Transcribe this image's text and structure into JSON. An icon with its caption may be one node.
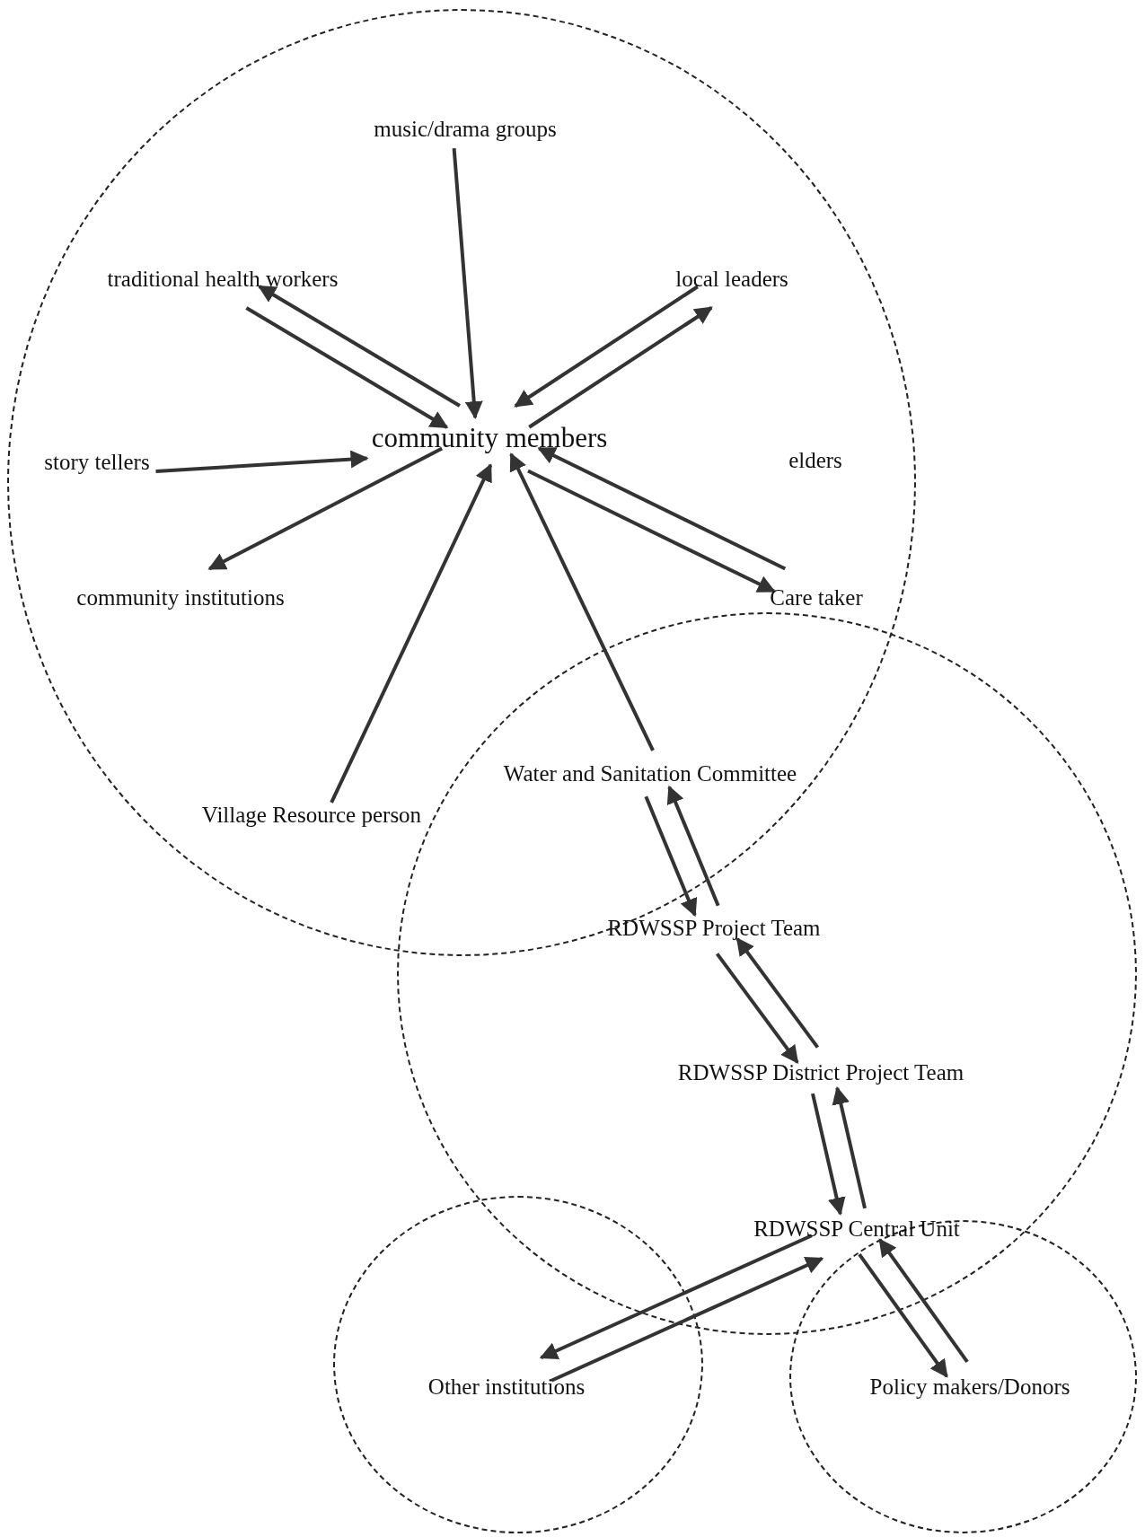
{
  "diagram": {
    "nodes": [
      {
        "text": [],
        "shape": "circle"
      },
      {
        "text": [
          "music/drama groups"
        ],
        "in": 0
      },
      {
        "text": [
          "traditional health workers"
        ],
        "in": 0
      },
      {
        "text": [
          "local leaders"
        ],
        "in": 0
      },
      {
        "text": [
          "community members"
        ],
        "in": 0
      },
      {
        "text": [
          "story tellers"
        ],
        "in": 0
      },
      {
        "text": [
          "community institutions"
        ],
        "in": 0
      },
      {
        "text": [
          "Care taker"
        ],
        "in": 0
      },
      {
        "text": [
          "Village Resource person"
        ],
        "in": 0
      },
      {
        "text": [
          "Water and Sanitation Committee"
        ]
      },
      {
        "text": [],
        "shape": "circle"
      },
      {
        "text": [
          "RDWSSP Project Team"
        ]
      },
      {
        "text": [
          "RDWSSP District Project Team"
        ],
        "in": 10
      },
      {
        "text": [
          "RDWSSP Central Unit"
        ],
        "in": 10
      },
      {
        "text": [],
        "shape": "circle"
      },
      {
        "text": [
          "Other institutions"
        ],
        "in": 14
      },
      {
        "text": [],
        "shape": "circle"
      },
      {
        "text": [
          "Policy makers/Donors"
        ],
        "in": 16
      }
    ],
    "edges": [
      {
        "from": 1,
        "to": 4,
        "arrow": "to"
      },
      {
        "from": 2,
        "to": 4,
        "arrow": "to"
      },
      {
        "from": 4,
        "to": 2,
        "arrow": "to"
      },
      {
        "from": 4,
        "to": 3,
        "arrow": "to"
      },
      {
        "from": 3,
        "to": 4,
        "arrow": "to"
      },
      {
        "from": 5,
        "to": 4,
        "arrow": "to"
      },
      {
        "from": 4,
        "to": 6,
        "arrow": "to"
      },
      {
        "from": 4,
        "to": 7,
        "arrow": "to"
      },
      {
        "from": 7,
        "to": 4,
        "arrow": "to"
      },
      {
        "from": 8,
        "to": 4,
        "arrow": "to"
      },
      {
        "from": 9,
        "to": 4,
        "arrow": "to"
      },
      {
        "from": 9,
        "to": 11,
        "arrow": "to"
      },
      {
        "from": 11,
        "to": 9,
        "arrow": "to"
      },
      {
        "from": 11,
        "to": 12,
        "arrow": "to"
      },
      {
        "from": 12,
        "to": 11,
        "arrow": "to"
      },
      {
        "from": 12,
        "to": 13,
        "arrow": "to"
      },
      {
        "from": 13,
        "to": 12,
        "arrow": "to"
      },
      {
        "from": 13,
        "to": 15,
        "arrow": "to"
      },
      {
        "from": 15,
        "to": 13,
        "arrow": "to"
      },
      {
        "from": 13,
        "to": 17,
        "arrow": "to"
      },
      {
        "from": 17,
        "to": 13,
        "arrow": "to"
      }
    ],
    "labels": [
      "elders"
    ]
  }
}
